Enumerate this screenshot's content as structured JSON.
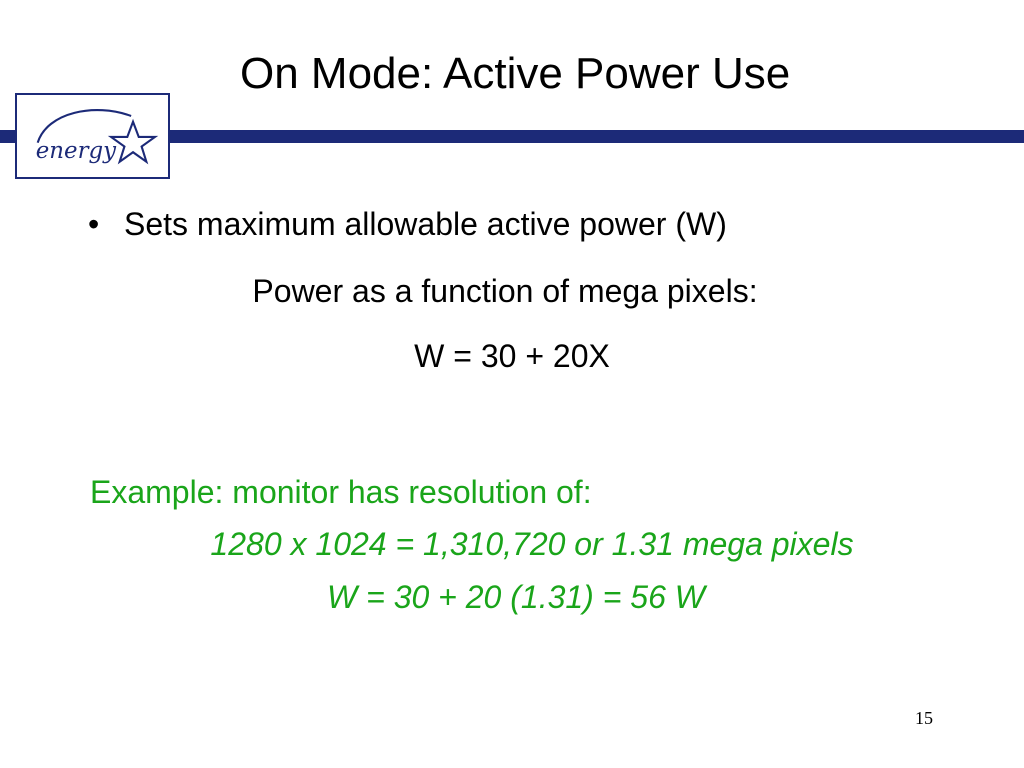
{
  "slide": {
    "title": "On Mode:  Active Power Use",
    "bullet_marker": "•",
    "bullet_text": "Sets maximum allowable active power (W)",
    "function_line": "Power as a function of mega pixels:",
    "formula_line": "W = 30 + 20X",
    "example_heading": "Example:  monitor has resolution of:",
    "example_calc": "1280 x 1024 = 1,310,720 or 1.31 mega pixels",
    "example_result": "W = 30 + 20 (1.31) = 56 W",
    "page_number": "15"
  },
  "logo": {
    "text": "energy",
    "icon": "energy-star-logo"
  },
  "colors": {
    "rule": "#1c2a78",
    "logo": "#1c2a78",
    "example_text": "#1aa51a",
    "body_text": "#000000"
  }
}
